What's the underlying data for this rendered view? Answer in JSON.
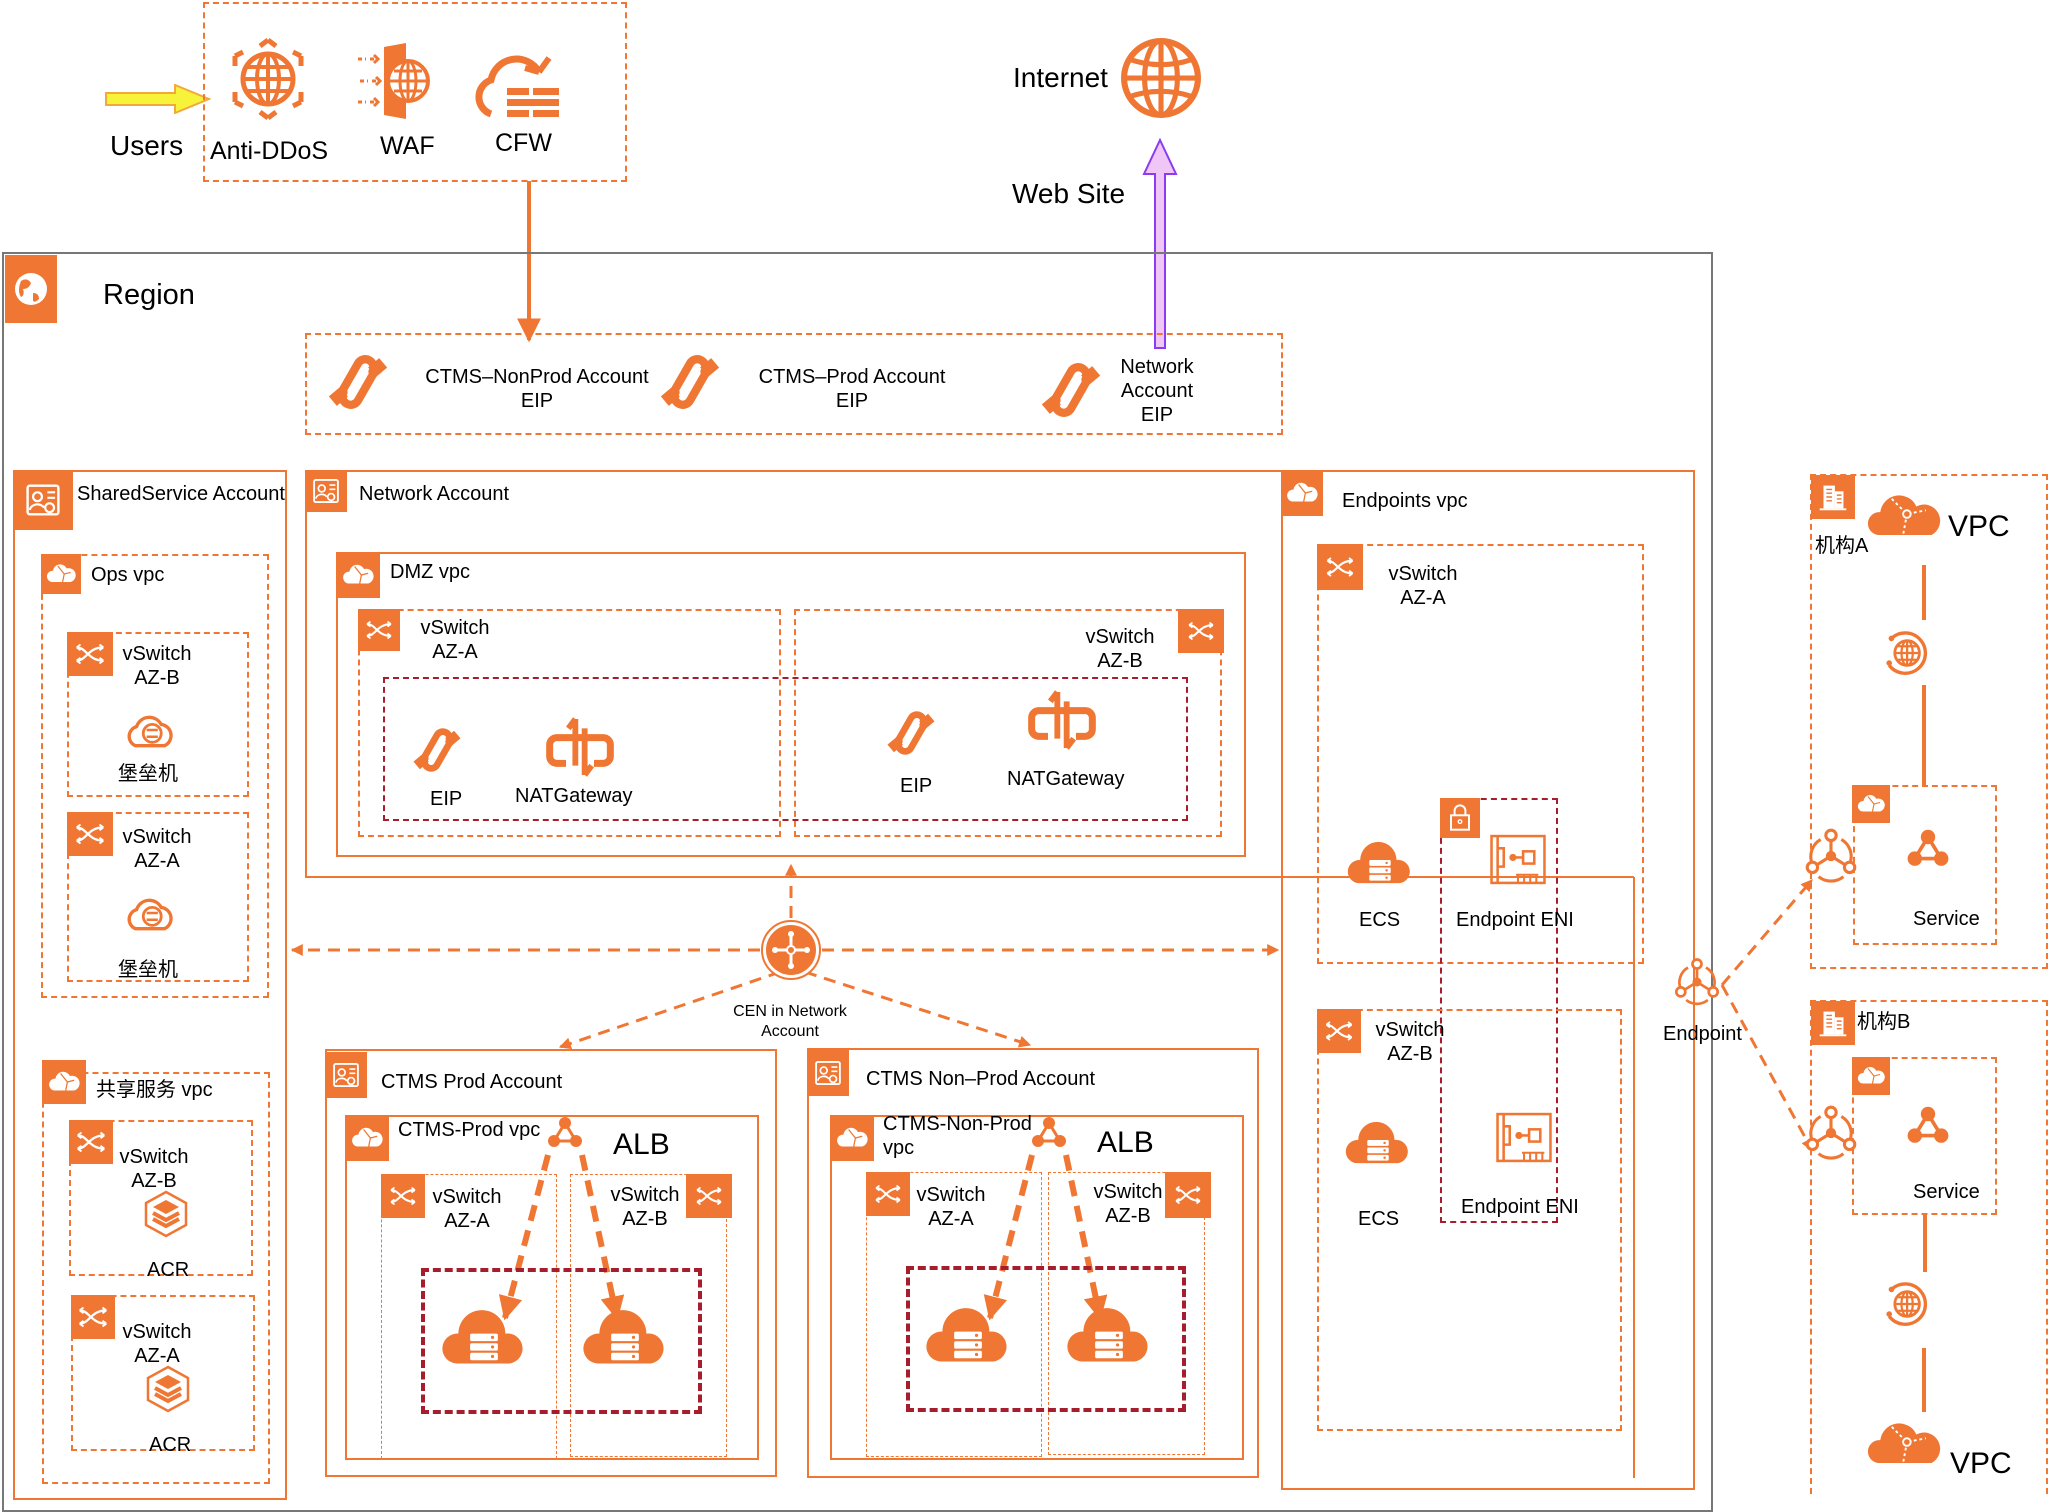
{
  "colors": {
    "brand": "#ef7733",
    "zone_red": "#a61e2d",
    "region_border": "#777777",
    "users_arrow": "#f7f23a",
    "website_arrow": "#f0c6f7",
    "website_arrow_border": "#8b3cf0"
  },
  "top": {
    "users_label": "Users",
    "security": [
      {
        "label": "Anti-DDoS",
        "icon": "anti-ddos-icon"
      },
      {
        "label": "WAF",
        "icon": "waf-icon"
      },
      {
        "label": "CFW",
        "icon": "cloud-firewall-icon"
      }
    ],
    "internet_label": "Internet",
    "website_label": "Web Site"
  },
  "region": {
    "title": "Region",
    "eips": [
      {
        "line1": "CTMS–NonProd Account",
        "line2": "EIP"
      },
      {
        "line1": "CTMS–Prod Account",
        "line2": "EIP"
      },
      {
        "line1": "Network",
        "line2": "Account",
        "line3": "EIP"
      }
    ],
    "shared_service": {
      "title": "SharedService Account",
      "ops_vpc": {
        "title": "Ops vpc",
        "vswitches": [
          {
            "name": "vSwitch",
            "az": "AZ-B",
            "resource": "堡垒机"
          },
          {
            "name": "vSwitch",
            "az": "AZ-A",
            "resource": "堡垒机"
          }
        ]
      },
      "shared_vpc": {
        "title": "共享服务 vpc",
        "vswitches": [
          {
            "name": "vSwitch",
            "az": "AZ-B",
            "resource": "ACR"
          },
          {
            "name": "vSwitch",
            "az": "AZ-A",
            "resource": "ACR"
          }
        ]
      }
    },
    "network_account": {
      "title": "Network Account",
      "dmz_vpc": {
        "title": "DMZ vpc",
        "vswitch_a": {
          "name": "vSwitch",
          "az": "AZ-A",
          "eip": "EIP",
          "nat": "NATGateway"
        },
        "vswitch_b": {
          "name": "vSwitch",
          "az": "AZ-B",
          "eip": "EIP",
          "nat": "NATGateway"
        }
      }
    },
    "cen": {
      "line1": "CEN in Network",
      "line2": "Account"
    },
    "ctms_prod": {
      "title": "CTMS Prod Account",
      "vpc_title": "CTMS-Prod vpc",
      "alb": "ALB",
      "vswitch_a": {
        "name": "vSwitch",
        "az": "AZ-A"
      },
      "vswitch_b": {
        "name": "vSwitch",
        "az": "AZ-B"
      }
    },
    "ctms_nonprod": {
      "title": "CTMS Non–Prod Account",
      "vpc_title_1": "CTMS-Non-Prod",
      "vpc_title_2": "vpc",
      "alb": "ALB",
      "vswitch_a": {
        "name": "vSwitch",
        "az": "AZ-A"
      },
      "vswitch_b": {
        "name": "vSwitch",
        "az": "AZ-B"
      }
    },
    "endpoints_vpc": {
      "title": "Endpoints vpc",
      "vswitch_a": {
        "name": "vSwitch",
        "az": "AZ-A",
        "ecs": "ECS",
        "eni": "Endpoint ENI"
      },
      "vswitch_b": {
        "name": "vSwitch",
        "az": "AZ-B",
        "ecs": "ECS",
        "eni": "Endpoint ENI"
      }
    },
    "endpoint_label": "Endpoint"
  },
  "orgs": [
    {
      "title": "机构A",
      "vpc_label": "VPC",
      "service_label": "Service"
    },
    {
      "title": "机构B",
      "vpc_label": "VPC",
      "service_label": "Service"
    }
  ]
}
